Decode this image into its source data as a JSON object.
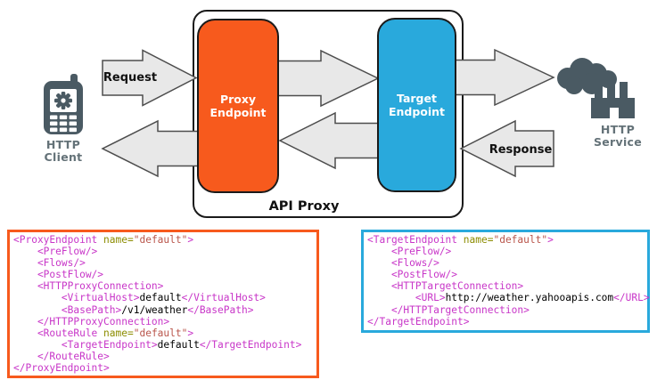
{
  "diagram": {
    "api_proxy_label": "API Proxy",
    "request_label": "Request",
    "response_label": "Response",
    "proxy_endpoint": {
      "line1": "Proxy",
      "line2": "Endpoint"
    },
    "target_endpoint": {
      "line1": "Target",
      "line2": "Endpoint"
    },
    "http_client": {
      "line1": "HTTP",
      "line2": "Client",
      "icon": "mobile-phone-icon"
    },
    "http_service": {
      "line1": "HTTP",
      "line2": "Service",
      "icon": "factory-smoke-icon"
    }
  },
  "colors": {
    "proxy_orange": "#F75A1D",
    "target_blue": "#29A9DC",
    "icon_gray": "#4A5A63",
    "label_gray": "#647278",
    "arrow_fill": "#E8E8E8",
    "arrow_stroke": "#4D4D4D",
    "code_tag": "#C836C8",
    "code_attr": "#8C8C00",
    "code_string": "#B9554B",
    "code_text": "#000000"
  },
  "code_blocks": [
    {
      "id": "proxy-endpoint-xml",
      "border_color": "#F75A1D",
      "lines": [
        [
          [
            "<ProxyEndpoint ",
            "tag"
          ],
          [
            "name=",
            "attr"
          ],
          [
            "\"default\"",
            "str"
          ],
          [
            ">",
            "tag"
          ]
        ],
        [
          [
            "    <PreFlow/>",
            "tag"
          ]
        ],
        [
          [
            "    <Flows/>",
            "tag"
          ]
        ],
        [
          [
            "    <PostFlow/>",
            "tag"
          ]
        ],
        [
          [
            "    <HTTPProxyConnection>",
            "tag"
          ]
        ],
        [
          [
            "        <VirtualHost>",
            "tag"
          ],
          [
            "default",
            "text"
          ],
          [
            "</VirtualHost>",
            "tag"
          ]
        ],
        [
          [
            "        <BasePath>",
            "tag"
          ],
          [
            "/v1/weather",
            "text"
          ],
          [
            "</BasePath>",
            "tag"
          ]
        ],
        [
          [
            "    </HTTPProxyConnection>",
            "tag"
          ]
        ],
        [
          [
            "    <RouteRule ",
            "tag"
          ],
          [
            "name=",
            "attr"
          ],
          [
            "\"default\"",
            "str"
          ],
          [
            ">",
            "tag"
          ]
        ],
        [
          [
            "        <TargetEndpoint>",
            "tag"
          ],
          [
            "default",
            "text"
          ],
          [
            "</TargetEndpoint>",
            "tag"
          ]
        ],
        [
          [
            "    </RouteRule>",
            "tag"
          ]
        ],
        [
          [
            "</ProxyEndpoint>",
            "tag"
          ]
        ]
      ]
    },
    {
      "id": "target-endpoint-xml",
      "border_color": "#29A9DC",
      "lines": [
        [
          [
            "<TargetEndpoint ",
            "tag"
          ],
          [
            "name=",
            "attr"
          ],
          [
            "\"default\"",
            "str"
          ],
          [
            ">",
            "tag"
          ]
        ],
        [
          [
            "    <PreFlow/>",
            "tag"
          ]
        ],
        [
          [
            "    <Flows/>",
            "tag"
          ]
        ],
        [
          [
            "    <PostFlow/>",
            "tag"
          ]
        ],
        [
          [
            "    <HTTPTargetConnection>",
            "tag"
          ]
        ],
        [
          [
            "        <URL>",
            "tag"
          ],
          [
            "http://weather.yahooapis.com",
            "text"
          ],
          [
            "</URL>",
            "tag"
          ]
        ],
        [
          [
            "    </HTTPTargetConnection>",
            "tag"
          ]
        ],
        [
          [
            "</TargetEndpoint>",
            "tag"
          ]
        ]
      ]
    }
  ]
}
